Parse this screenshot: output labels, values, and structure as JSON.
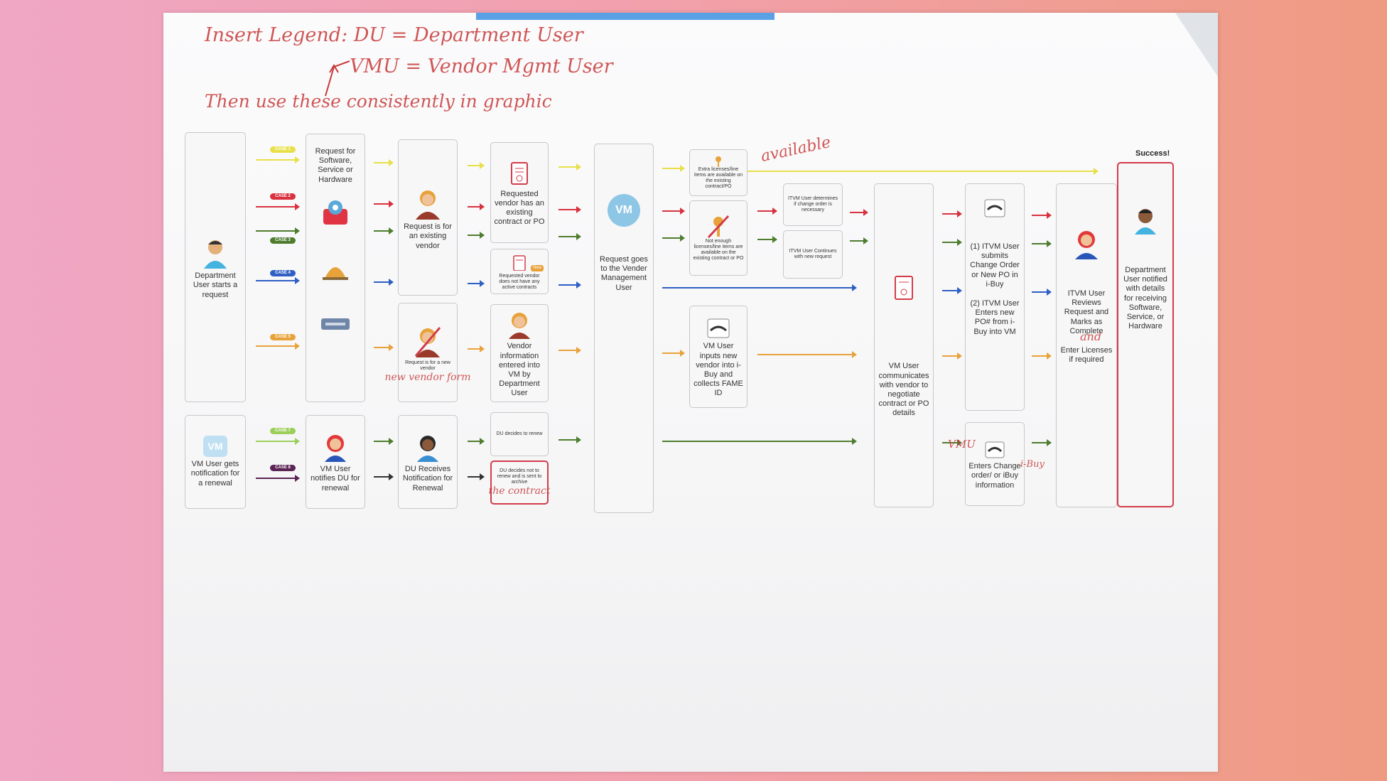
{
  "handwritten": {
    "line1": "Insert Legend: DU = Department User",
    "line2": "VMU = Vendor Mgmt User",
    "line3": "Then use these consistently in graphic",
    "available": "available",
    "new_vendor_fix": "new vendor form",
    "the_contract": "the contract",
    "and": "and",
    "vmu": "VMU",
    "ibuy": "i-Buy",
    "ibuy2": "i-Buy"
  },
  "cases": [
    "CASE 1",
    "CASE 2",
    "CASE 3",
    "CASE 4",
    "CASE 5",
    "CASE 7",
    "CASE 8"
  ],
  "colors": {
    "case1": "#e8e04a",
    "case2": "#d8323f",
    "case3": "#4e7d2e",
    "case4": "#2f5fc4",
    "case5": "#e8a23a",
    "case7": "#9ccf5a",
    "case8": "#5a2454"
  },
  "boxes": {
    "du_start": "Department User starts a request",
    "vm_notify": "VM User gets notification for a renewal",
    "request_for": "Request for Software, Service or Hardware",
    "vm_notifies_du": "VM User notifies DU for renewal",
    "existing_vendor": "Request is for an existing vendor",
    "new_vendor": "Request is for a new vendor",
    "du_receives": "DU Receives Notification for Renewal",
    "has_contract": "Requested vendor has an existing contract or PO",
    "no_contract": "Requested vendor does not have any active contracts",
    "new_badge": "New",
    "vendor_info": "Vendor information entered into VM by Department User",
    "du_renew": "DU decides to renew",
    "du_not_renew": "DU decides not to renew and is sent to archive",
    "to_vmu": "Request goes to the Vender Management User",
    "extra_licenses": "Extra licenses/line items are available on the existing contract/PO",
    "not_enough": "Not enough licenses/line items are available on the existing contract or PO",
    "vm_inputs": "VM User inputs new vendor into i-Buy and collects FAME ID",
    "itvm_determines": "ITVM User determines if change order is necessary",
    "itvm_continues": "ITVM User Continues with new request",
    "vm_communicates": "VM User communicates with vendor to negotiate contract or PO details",
    "itvm_submits": "(1) ITVM User submits Change Order or New PO in i-Buy",
    "itvm_enters": "(2) ITVM User Enters new PO# from i-Buy into VM",
    "enters_change": "Enters Change order/ or iBuy information",
    "itvm_reviews": "ITVM User Reviews Request and Marks as Complete",
    "enter_licenses": "Enter Licenses if required",
    "success": "Success!",
    "du_notified": "Department User notified with details for receiving Software, Service, or Hardware",
    "vm_logo": "VM"
  }
}
